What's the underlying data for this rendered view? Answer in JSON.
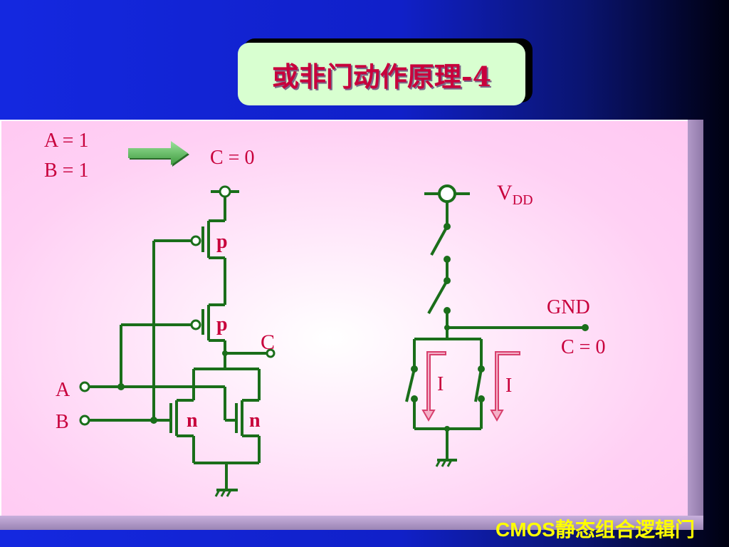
{
  "title": "或非门动作原理-4",
  "footer": "CMOS静态组合逻辑门",
  "inputs": {
    "a_line": "A = 1",
    "b_line": "B = 1"
  },
  "output": "C = 0",
  "circuit": {
    "pmos_label": "p",
    "nmos_label": "n",
    "output_node_label": "C",
    "input_a_label": "A",
    "input_b_label": "B"
  },
  "switch_model": {
    "vdd_main": "V",
    "vdd_sub": "DD",
    "gnd_label": "GND",
    "output_value": "C = 0",
    "current_label": "I"
  },
  "colors": {
    "wire": "#1a6e1a",
    "label": "#c8003c",
    "title_bg": "#d8ffd0",
    "arrow": "#5cb85c",
    "current_arrow": "#d8406e",
    "footer": "#ffff00"
  }
}
